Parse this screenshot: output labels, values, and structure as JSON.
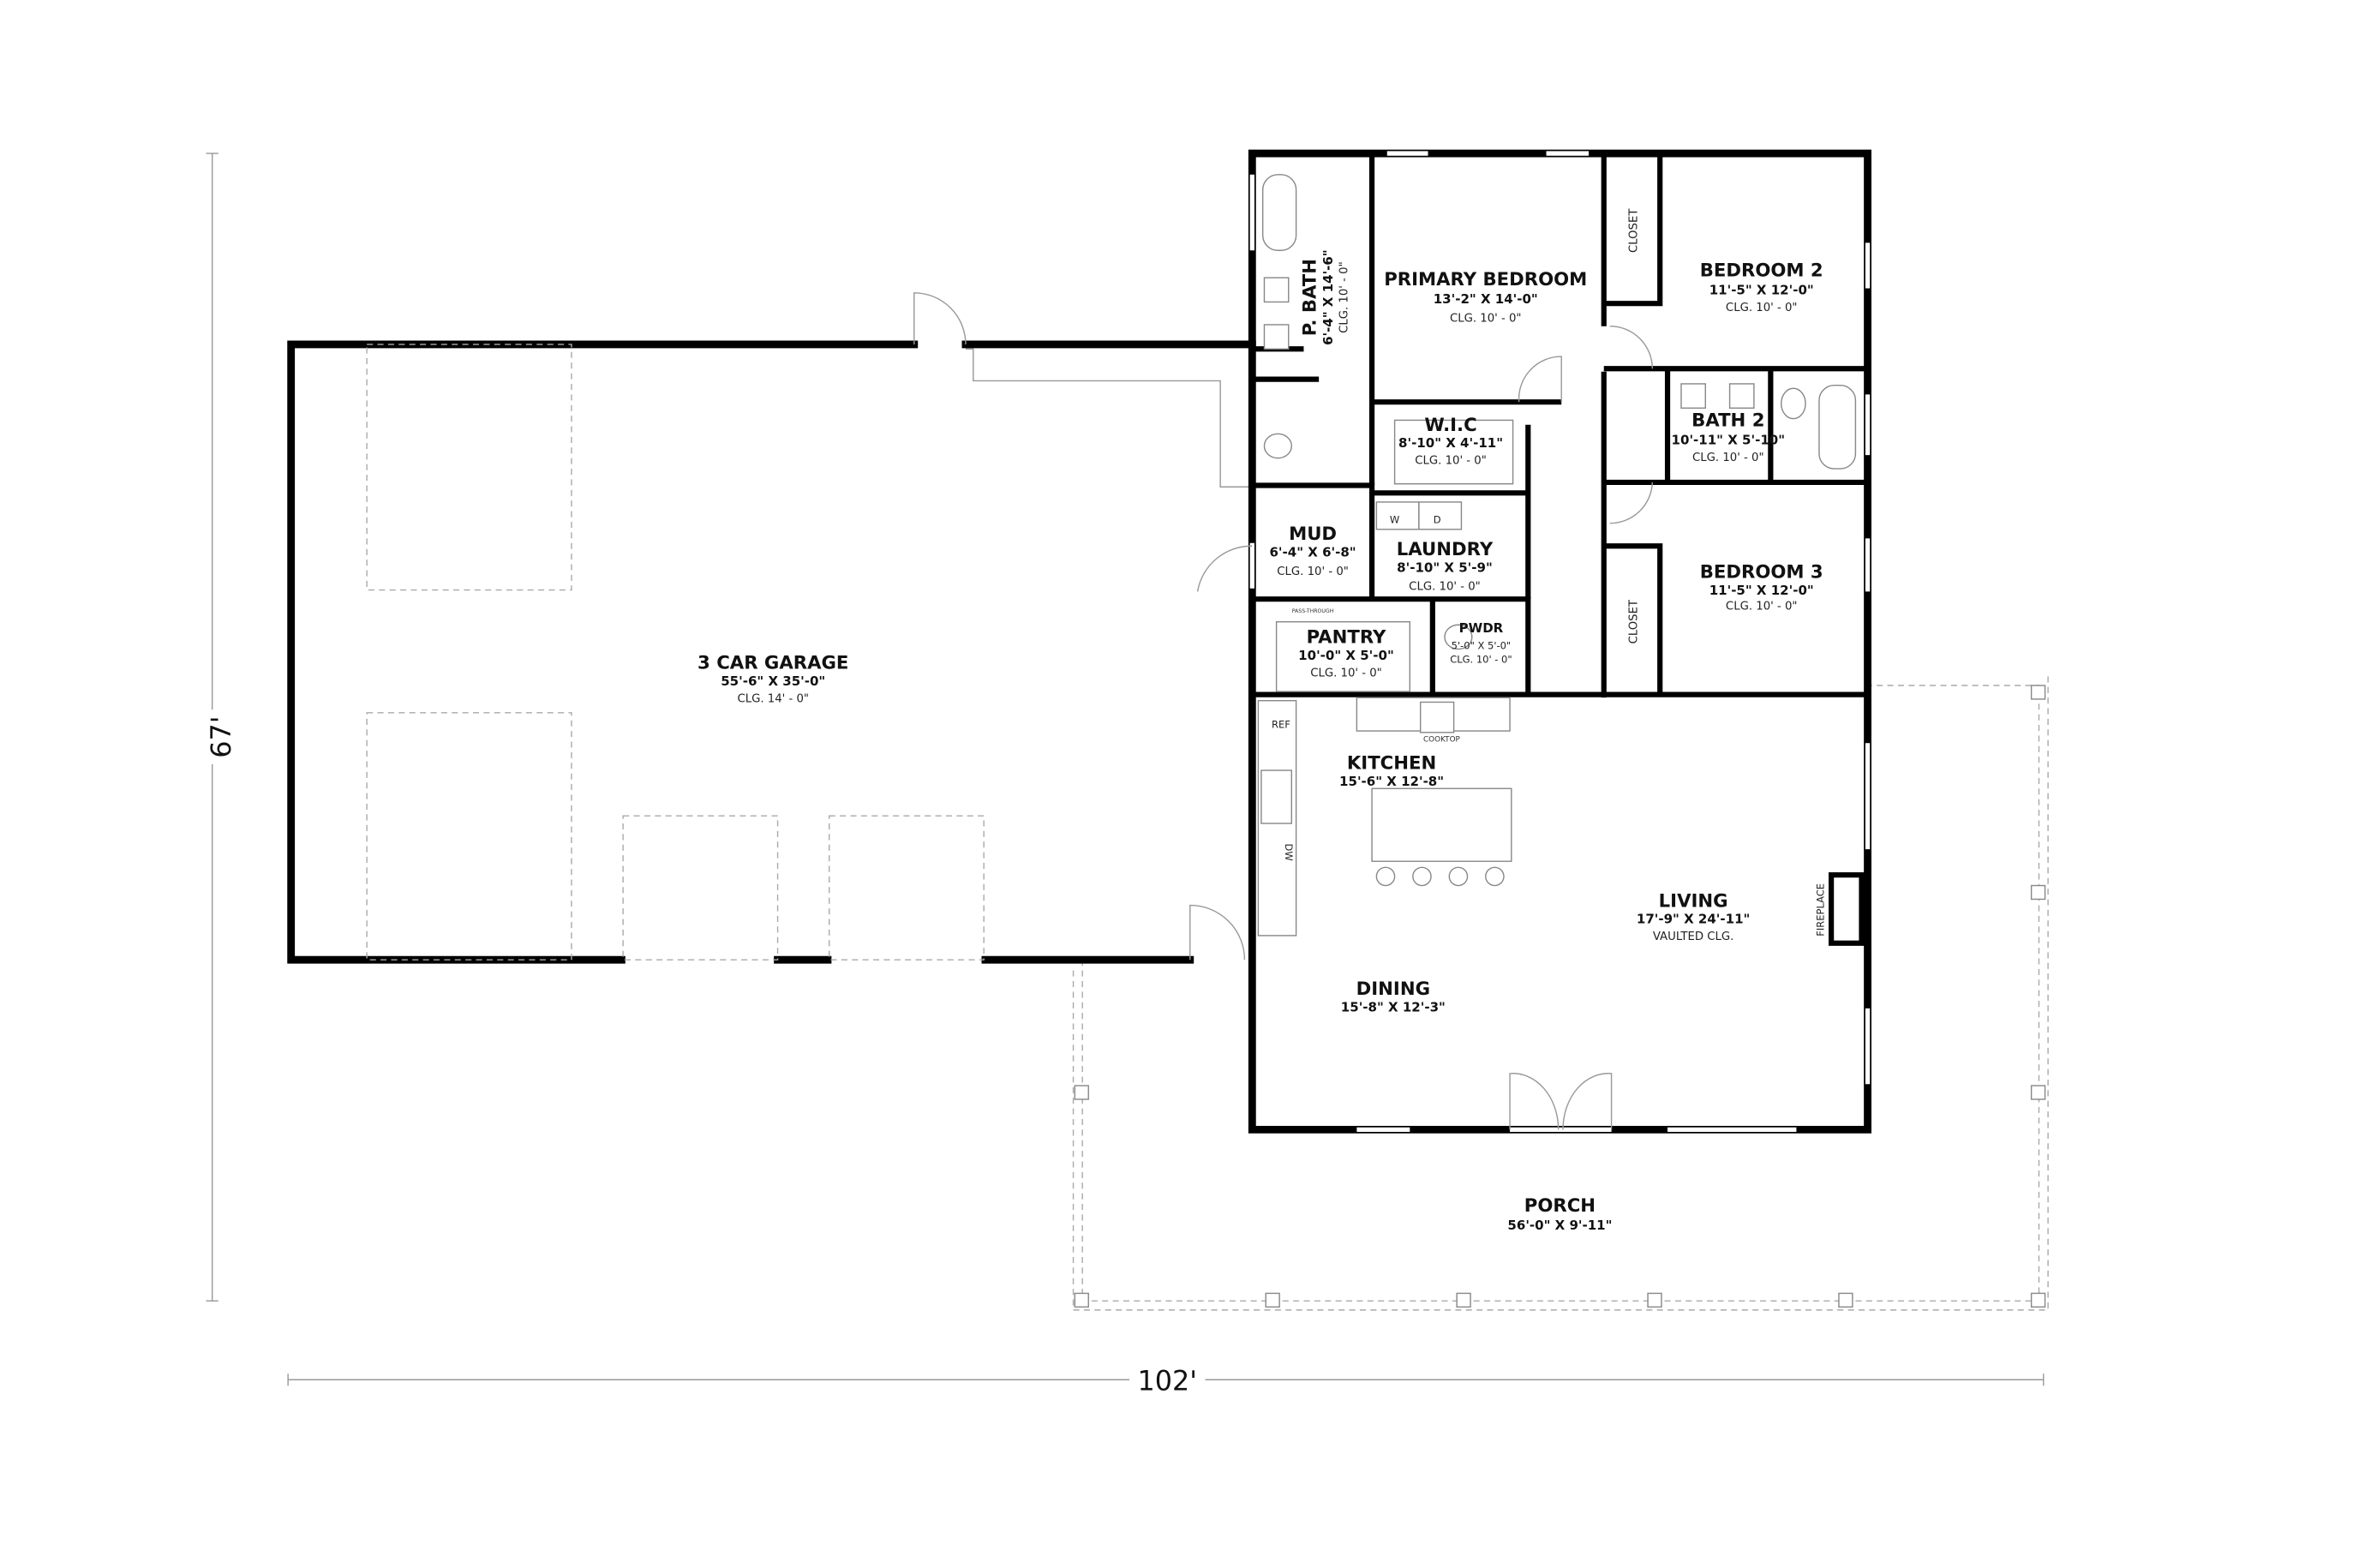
{
  "dimensions": {
    "depth": "67'",
    "width": "102'"
  },
  "rooms": {
    "primary_bedroom": {
      "name": "PRIMARY BEDROOM",
      "size": "13'-2\" X 14'-0\"",
      "ceiling": "CLG. 10' - 0\""
    },
    "p_bath": {
      "name": "P. BATH",
      "size": "6'-4\" X 14'-6\"",
      "ceiling": "CLG. 10' - 0\""
    },
    "bedroom2": {
      "name": "BEDROOM 2",
      "size": "11'-5\" X 12'-0\"",
      "ceiling": "CLG. 10' - 0\""
    },
    "bath2": {
      "name": "BATH 2",
      "size": "10'-11\" X 5'-10\"",
      "ceiling": "CLG. 10' - 0\""
    },
    "wic": {
      "name": "W.I.C",
      "size": "8'-10\" X 4'-11\"",
      "ceiling": "CLG. 10' - 0\""
    },
    "mud": {
      "name": "MUD",
      "size": "6'-4\" X 6'-8\"",
      "ceiling": "CLG. 10' - 0\""
    },
    "laundry": {
      "name": "LAUNDRY",
      "size": "8'-10\" X 5'-9\"",
      "ceiling": "CLG. 10' - 0\""
    },
    "pantry": {
      "name": "PANTRY",
      "size": "10'-0\" X 5'-0\"",
      "ceiling": "CLG. 10' - 0\""
    },
    "pwdr": {
      "name": "PWDR",
      "size": "5'-0\" X 5'-0\"",
      "ceiling": "CLG. 10' - 0\""
    },
    "bedroom3": {
      "name": "BEDROOM 3",
      "size": "11'-5\" X 12'-0\"",
      "ceiling": "CLG. 10' - 0\""
    },
    "garage": {
      "name": "3 CAR GARAGE",
      "size": "55'-6\" X 35'-0\"",
      "ceiling": "CLG. 14' - 0\""
    },
    "kitchen": {
      "name": "KITCHEN",
      "size": "15'-6\" X 12'-8\""
    },
    "living": {
      "name": "LIVING",
      "size": "17'-9\" X 24'-11\"",
      "ceiling": "VAULTED CLG."
    },
    "dining": {
      "name": "DINING",
      "size": "15'-8\" X 12'-3\""
    },
    "porch": {
      "name": "PORCH",
      "size": "56'-0\" X 9'-11\""
    }
  },
  "labels": {
    "closet": "CLOSET",
    "pass_through": "PASS-THROUGH",
    "ref": "REF",
    "dw": "DW",
    "cooktop": "COOKTOP",
    "fireplace": "FIREPLACE",
    "washer": "W",
    "dryer": "D"
  }
}
